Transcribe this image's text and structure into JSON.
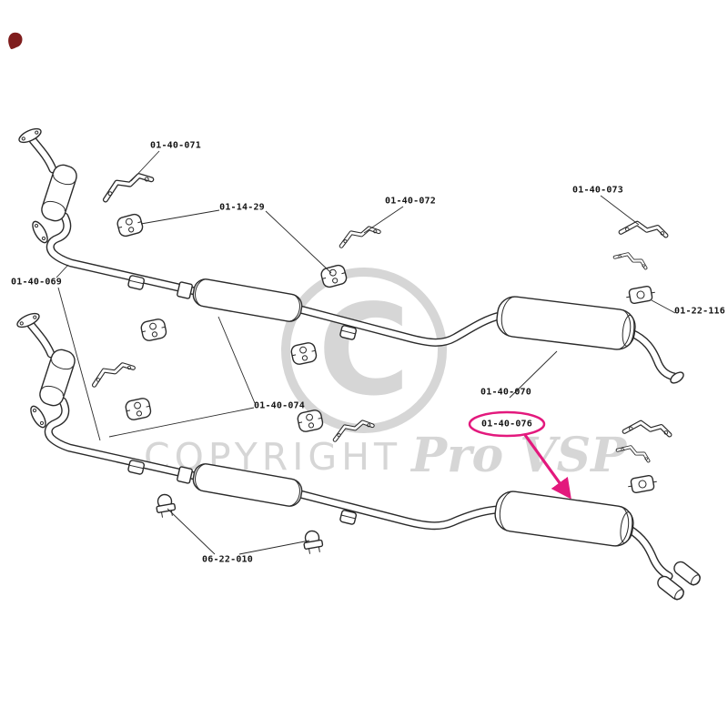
{
  "highlight": {
    "color": "#e3197d"
  },
  "watermark": {
    "color": "#d2d2d2",
    "symbol": "C",
    "line1": "COPYRIGHT",
    "line2": "Pro VSP"
  },
  "labels": [
    {
      "text": "01-40-071"
    },
    {
      "text": "01-14-29"
    },
    {
      "text": "01-40-072"
    },
    {
      "text": "01-40-073"
    },
    {
      "text": "01-40-069"
    },
    {
      "text": "01-22-116"
    },
    {
      "text": "01-40-074"
    },
    {
      "text": "01-40-070"
    },
    {
      "text": "01-40-076"
    },
    {
      "text": "06-22-010"
    }
  ]
}
